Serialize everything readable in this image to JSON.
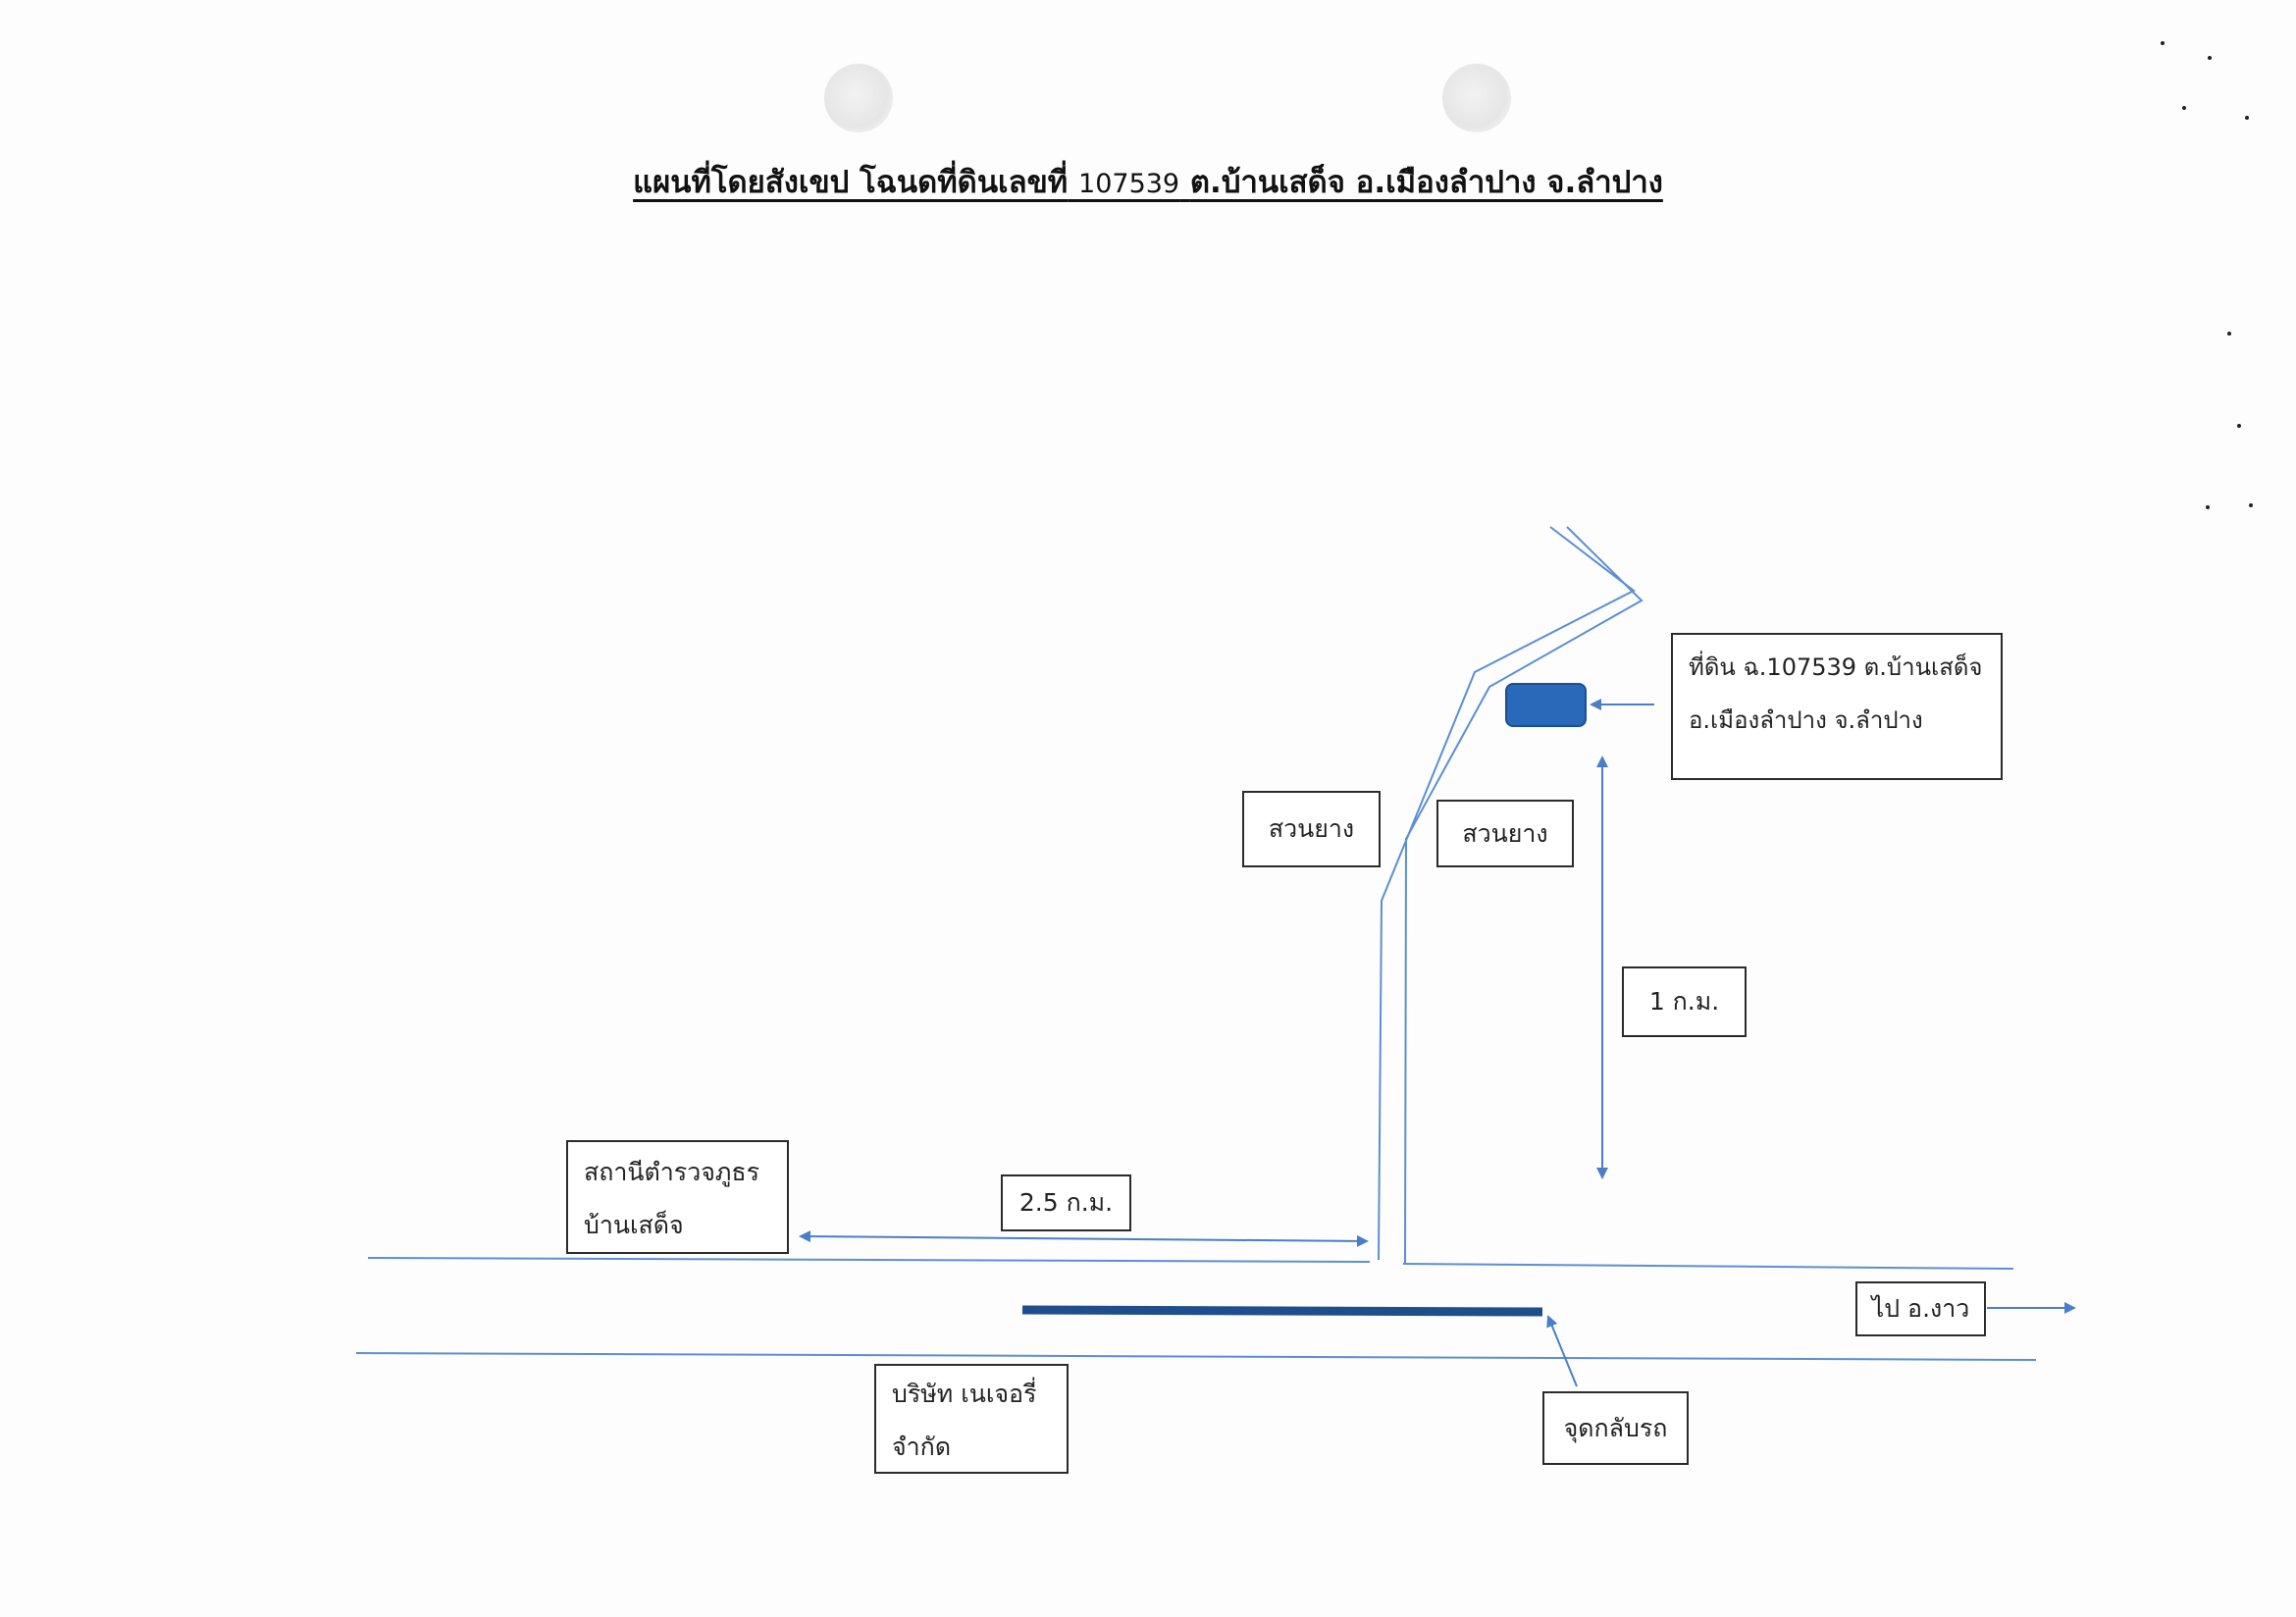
{
  "title": {
    "prefix": "แผนที่โดยสังเขป โฉนดที่ดินเลขที่",
    "number": "107539",
    "suffix": "ต.บ้านเสด็จ อ.เมืองลำปาง จ.ลำปาง"
  },
  "labels": {
    "land": {
      "line1": "ที่ดิน ฉ.107539 ต.บ้านเสด็จ",
      "line2": "อ.เมืองลำปาง จ.ลำปาง"
    },
    "rubber_left": "สวนยาง",
    "rubber_right": "สวนยาง",
    "distance_north": "1 ก.ม.",
    "police": {
      "line1": "สถานีตำรวจภูธร",
      "line2": "บ้านเสด็จ"
    },
    "distance_west": "2.5 ก.ม.",
    "to_ngao": "ไป อ.งาว",
    "company": {
      "line1": "บริษัท เนเจอรี่",
      "line2": "จำกัด"
    },
    "u_turn": "จุดกลับรถ"
  },
  "colors": {
    "road": "#5b8fd4",
    "land_parcel": "#2a68b9",
    "median": "#1f4e8c",
    "box_border": "#2b2b2b"
  }
}
